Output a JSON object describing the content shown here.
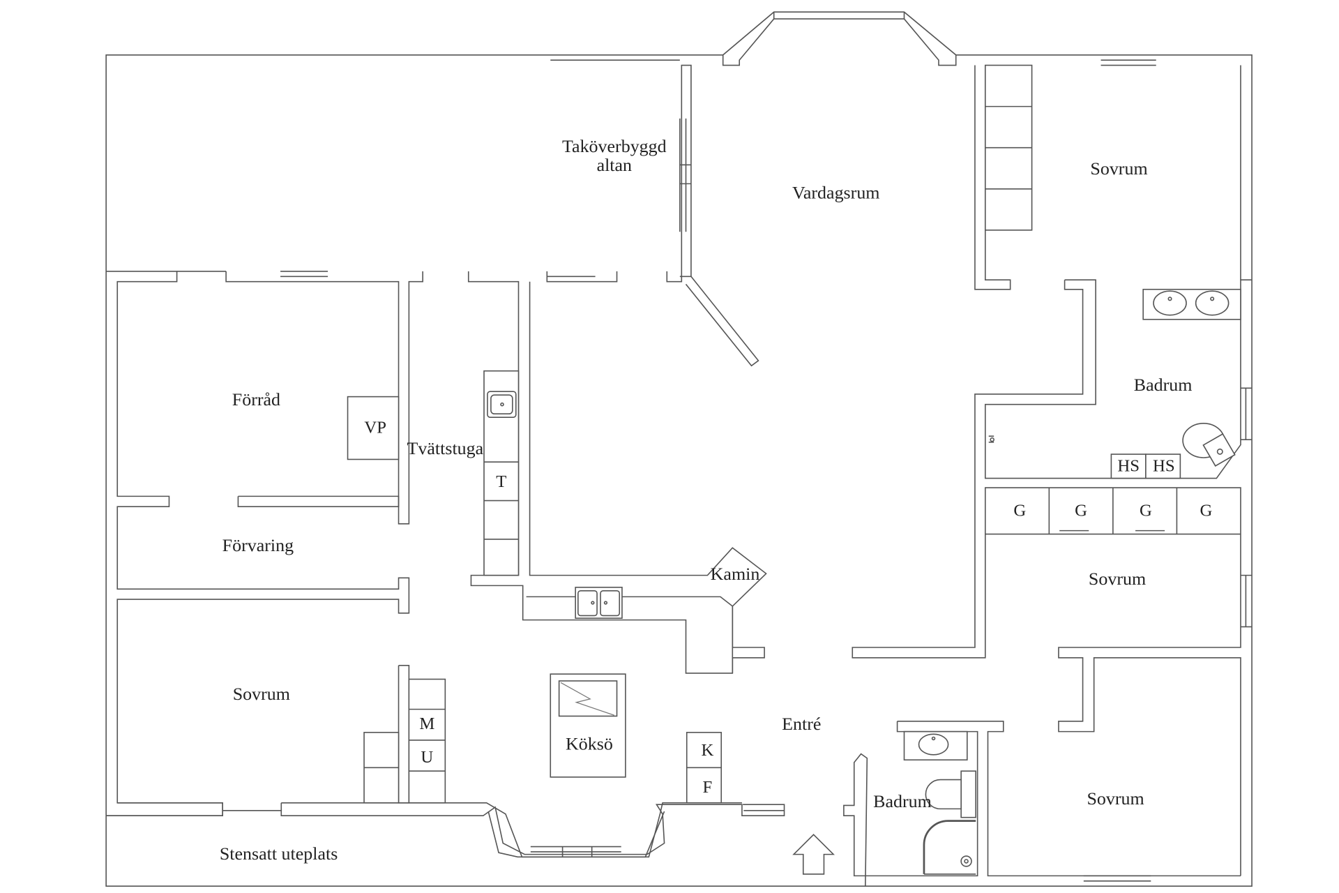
{
  "rooms": {
    "altan_line1": "Taköverbyggd",
    "altan_line2": "altan",
    "vardagsrum": "Vardagsrum",
    "sovrum_top_right": "Sovrum",
    "forrad": "Förråd",
    "vp": "VP",
    "tvattstuga": "Tvättstuga",
    "t": "T",
    "badrum_right": "Badrum",
    "hs1": "HS",
    "hs2": "HS",
    "g1": "G",
    "g2": "G",
    "g3": "G",
    "g4": "G",
    "forvaring": "Förvaring",
    "kamin": "Kamin",
    "sovrum_mid_right": "Sovrum",
    "sovrum_left": "Sovrum",
    "m": "M",
    "u": "U",
    "koksoe": "Köksö",
    "k": "K",
    "f": "F",
    "entre": "Entré",
    "badrum_small": "Badrum",
    "sovrum_bottom_right": "Sovrum",
    "uteplats": "Stensatt uteplats"
  }
}
